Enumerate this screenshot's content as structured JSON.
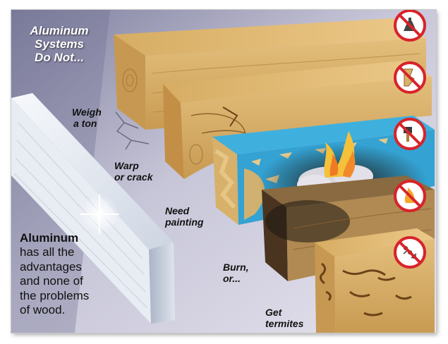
{
  "heading": {
    "line1": "Aluminum",
    "line2": "Systems",
    "line3": "Do Not..."
  },
  "labels": {
    "weigh": [
      "Weigh",
      "a ton"
    ],
    "warp": [
      "Warp",
      "or crack"
    ],
    "paint": [
      "Need",
      "painting"
    ],
    "burn": [
      "Burn,",
      "or..."
    ],
    "termites": [
      "Get",
      "termites"
    ]
  },
  "aluminum_claim": [
    "Aluminum",
    "has all the",
    "advantages",
    "and none of",
    "the problems",
    "of wood."
  ],
  "icons": [
    "no-weight-icon",
    "no-crack-icon",
    "no-paint-icon",
    "no-fire-icon",
    "no-termite-icon"
  ],
  "colors": {
    "prohibit_red": "#d8232a",
    "wood": "#dcb66e",
    "water_blue": "#38a9d8",
    "aluminum": "#eef1f6"
  }
}
